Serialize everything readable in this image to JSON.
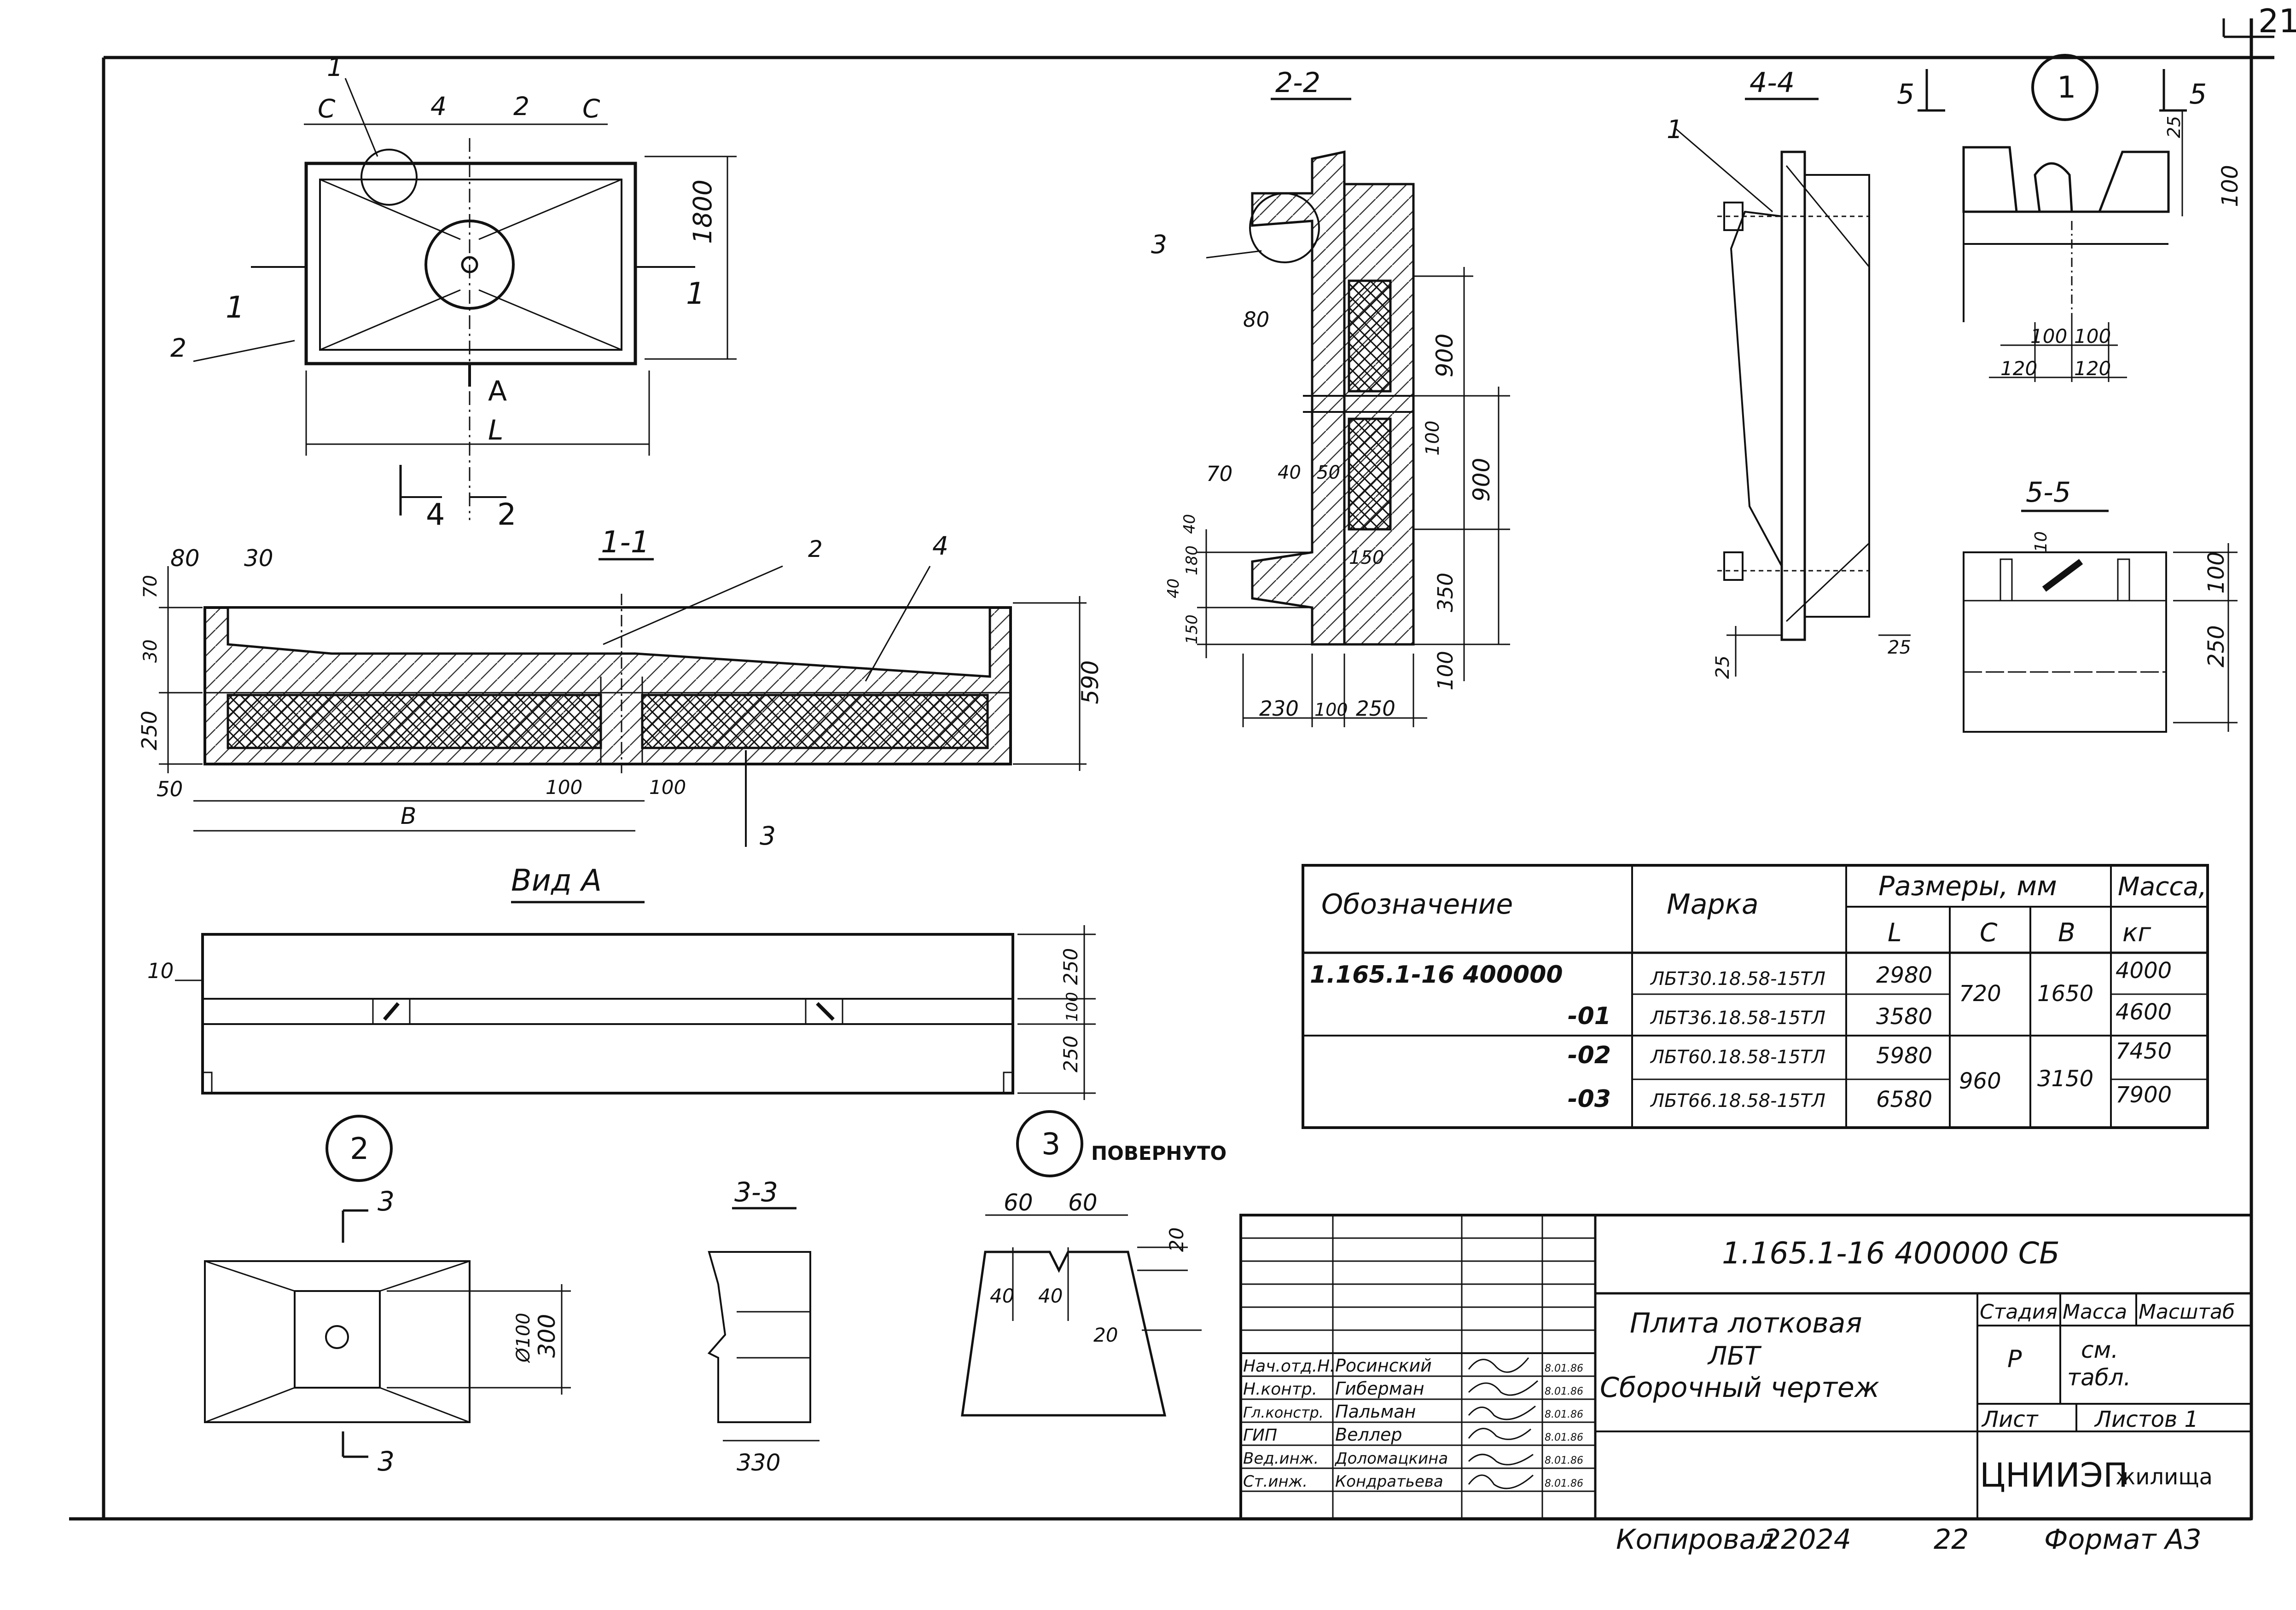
{
  "page_number": "21",
  "views": {
    "plan": {
      "callout_1": "1",
      "callout_2": "2",
      "dim_c_left": "С",
      "dim_4": "4",
      "dim_2": "2",
      "dim_c_right": "С",
      "dim_1800": "1800",
      "section_1_left": "1",
      "section_1_right": "1",
      "arrow_A": "А",
      "dim_L": "L",
      "section_4": "4",
      "section_2": "2"
    },
    "section_1_1": {
      "title": "1-1",
      "dim_80": "80",
      "dim_30": "30",
      "dim_70": "70",
      "dim_30v": "30",
      "dim_250": "250",
      "dim_590": "590",
      "dim_50": "50",
      "dim_100_left": "100",
      "dim_100_right": "100",
      "dim_B": "В",
      "callout_2": "2",
      "callout_3": "3",
      "callout_4": "4"
    },
    "section_2_2": {
      "title": "2-2",
      "callout_3": "3",
      "dim_80": "80",
      "dim_70": "70",
      "dim_40": "40",
      "dim_50": "50",
      "dim_900_top": "900",
      "dim_100_mid": "100",
      "dim_900_bot": "900",
      "dim_150": "150",
      "dim_350": "350",
      "dim_100_bot": "100",
      "dim_40v": "40",
      "dim_180": "180",
      "dim_40v2": "40",
      "dim_150v": "150",
      "dim_230": "230",
      "dim_100_h": "100",
      "dim_250": "250"
    },
    "section_4_4": {
      "title": "4-4",
      "callout_1": "1",
      "dim_25_left": "25",
      "dim_25_right": "25"
    },
    "detail_1": {
      "marker": "1",
      "section_5_left": "5",
      "section_5_right": "5",
      "dim_25": "25",
      "dim_100v": "100",
      "dim_100_a": "100",
      "dim_100_b": "100",
      "dim_120_a": "120",
      "dim_120_b": "120"
    },
    "section_5_5": {
      "title": "5-5",
      "dim_10": "10",
      "dim_100": "100",
      "dim_250": "250"
    },
    "view_A": {
      "title": "Вид А",
      "dim_10": "10",
      "dim_250_top": "250",
      "dim_100": "100",
      "dim_250_bot": "250"
    },
    "detail_2": {
      "marker": "2",
      "section_3_top": "3",
      "section_3_bot": "3",
      "dim_100": "Ø100",
      "dim_300": "300"
    },
    "section_3_3": {
      "title": "3-3",
      "dim_330": "330"
    },
    "detail_3": {
      "marker": "3",
      "note": "ПОВЕРНУТО",
      "dim_60_a": "60",
      "dim_60_b": "60",
      "dim_20_top": "20",
      "dim_40_a": "40",
      "dim_40_b": "40",
      "dim_20_mid": "20"
    }
  },
  "spec_table": {
    "headers": {
      "designation": "Обозначение",
      "mark": "Марка",
      "sizes": "Размеры, мм",
      "mass": "Масса,",
      "L": "L",
      "C": "С",
      "B": "В",
      "kg": "кг"
    },
    "rows": [
      {
        "designation": "1.165.1-16 400000",
        "mark": "ЛБТ30.18.58-15ТЛ",
        "L": "2980",
        "mass": "4000"
      },
      {
        "designation": "-01",
        "mark": "ЛБТ36.18.58-15ТЛ",
        "L": "3580",
        "mass": "4600"
      },
      {
        "designation": "-02",
        "mark": "ЛБТ60.18.58-15ТЛ",
        "L": "5980",
        "mass": "7450"
      },
      {
        "designation": "-03",
        "mark": "ЛБТ66.18.58-15ТЛ",
        "L": "6580",
        "mass": "7900"
      }
    ],
    "merged": {
      "C_1": "720",
      "B_1": "1650",
      "C_2": "960",
      "B_2": "3150"
    }
  },
  "title_block": {
    "doc_code": "1.165.1-16 400000 СБ",
    "title_line1": "Плита лотковая",
    "title_line2": "ЛБТ",
    "title_line3": "Сборочный чертеж",
    "stage_label": "Стадия",
    "mass_label": "Масса",
    "scale_label": "Масштаб",
    "stage_value": "Р",
    "mass_value_1": "см.",
    "mass_value_2": "табл.",
    "sheet_label": "Лист",
    "sheets_label": "Листов 1",
    "org": "ЦНИИЭП",
    "org_suffix": "жилища",
    "signers": [
      {
        "role": "Нач.отд.Н.",
        "name": "Росинский",
        "date": "8.01.86"
      },
      {
        "role": "Н.контр.",
        "name": "Гиберман",
        "date": "8.01.86"
      },
      {
        "role": "Гл.констр.",
        "name": "Пальман",
        "date": "8.01.86"
      },
      {
        "role": "ГИП",
        "name": "Веллер",
        "date": "8.01.86"
      },
      {
        "role": "Вед.инж.",
        "name": "Доломацкина",
        "date": "8.01.86"
      },
      {
        "role": "Ст.инж.",
        "name": "Кондратьева",
        "date": "8.01.86"
      }
    ]
  },
  "footer": {
    "copied": "Копировал",
    "copy_no": "22024",
    "copy_id": "22",
    "format": "Формат А3"
  }
}
